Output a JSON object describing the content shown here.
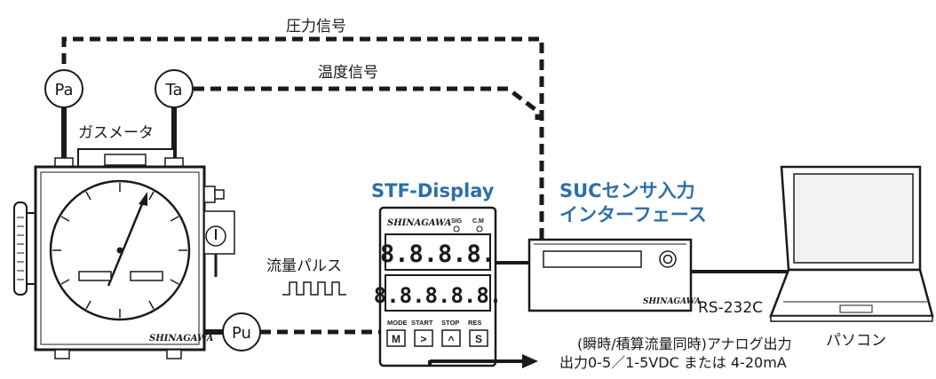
{
  "signals": {
    "pressure": "圧力信号",
    "temperature": "温度信号",
    "flow_pulse": "流量パルス"
  },
  "gas_meter": {
    "label": "ガスメータ",
    "sensor_pa": "Pa",
    "sensor_ta": "Ta",
    "sensor_pu": "Pu",
    "logo": "SHINAGAWA"
  },
  "stf_display": {
    "title": "STF-Display",
    "logo": "SHINAGAWA",
    "indicator_sig": "SIG",
    "indicator_cm": "C.M",
    "row1": "8.8.8.8.",
    "row2": "8.8.8.8.8.",
    "button_labels": [
      "MODE",
      "START",
      "STOP",
      "RES"
    ],
    "button_keys": [
      "M",
      ">",
      "^",
      "S"
    ]
  },
  "suc_interface": {
    "title_line1": "SUCセンサ入力",
    "title_line2": "インターフェース",
    "logo": "SHINAGAWA"
  },
  "connection": {
    "rs232c": "RS-232C"
  },
  "pc": {
    "label": "パソコン"
  },
  "analog_output": {
    "line1": "(瞬時/積算流量同時)アナログ出力",
    "line2": "出力0-5／1-5VDC または 4-20mA"
  },
  "colors": {
    "accent_blue": "#2f6fa8",
    "line": "#1a1a1a"
  }
}
